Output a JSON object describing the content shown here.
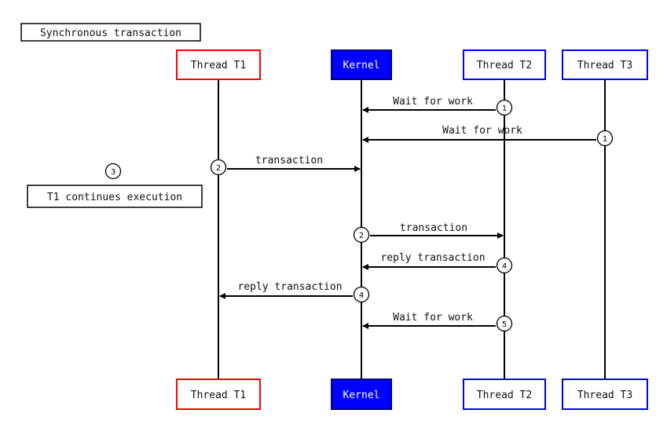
{
  "title": "Synchronous transaction",
  "participants": [
    {
      "id": "t1",
      "label": "Thread T1",
      "border": "#ff0000",
      "fill": "#ffffff",
      "text_color": "#111111"
    },
    {
      "id": "kernel",
      "label": "Kernel",
      "border": "#000080",
      "fill": "#0000ff",
      "text_color": "#ffffff"
    },
    {
      "id": "t2",
      "label": "Thread T2",
      "border": "#0000ff",
      "fill": "#ffffff",
      "text_color": "#111111"
    },
    {
      "id": "t3",
      "label": "Thread T3",
      "border": "#0000ff",
      "fill": "#ffffff",
      "text_color": "#111111"
    }
  ],
  "messages": [
    {
      "from": "t2",
      "to": "kernel",
      "label": "Wait for work",
      "step": "1"
    },
    {
      "from": "t3",
      "to": "kernel",
      "label": "Wait for work",
      "step": "1"
    },
    {
      "from": "t1",
      "to": "kernel",
      "label": "transaction",
      "step": "2"
    },
    {
      "from": "kernel",
      "to": "t2",
      "label": "transaction",
      "step": "2"
    },
    {
      "from": "t2",
      "to": "kernel",
      "label": "reply transaction",
      "step": "4"
    },
    {
      "from": "kernel",
      "to": "t1",
      "label": "reply transaction",
      "step": "4"
    },
    {
      "from": "t2",
      "to": "kernel",
      "label": "Wait for work",
      "step": "5"
    }
  ],
  "note": {
    "step": "3",
    "label": "T1 continues execution"
  }
}
